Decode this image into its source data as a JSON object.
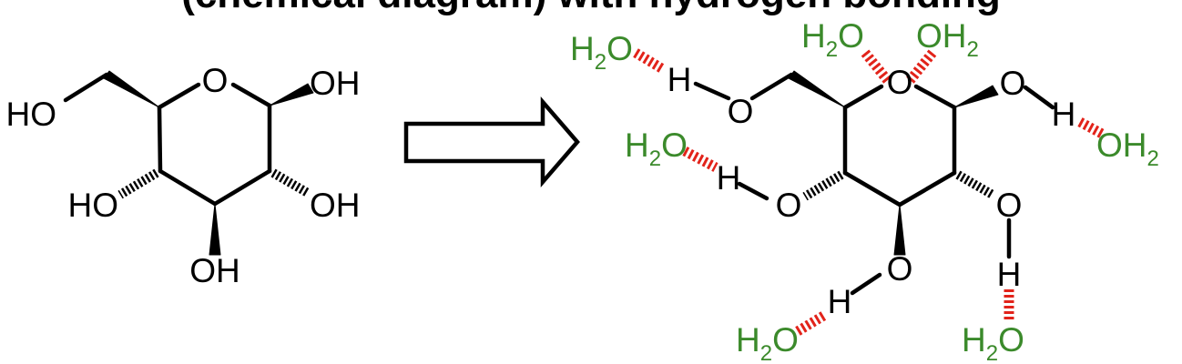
{
  "header": {
    "title": "(chemical diagram) with hydrogen bonding"
  },
  "colors": {
    "bond": "#000000",
    "water": "#3b8a2b",
    "hydrogen_bond": "#e2231a"
  },
  "icons": [
    "right-arrow-icon"
  ],
  "glucose": {
    "ring_oxygen": "O",
    "hydroxyls": {
      "c6": "HO",
      "c1": "OH",
      "c2": "OH",
      "c3": "OH",
      "c4": "HO"
    }
  },
  "hydrated": {
    "oxygen": "O",
    "hydrogen": "H",
    "water_h": "H",
    "water_sub": "2",
    "water_o": "O"
  }
}
